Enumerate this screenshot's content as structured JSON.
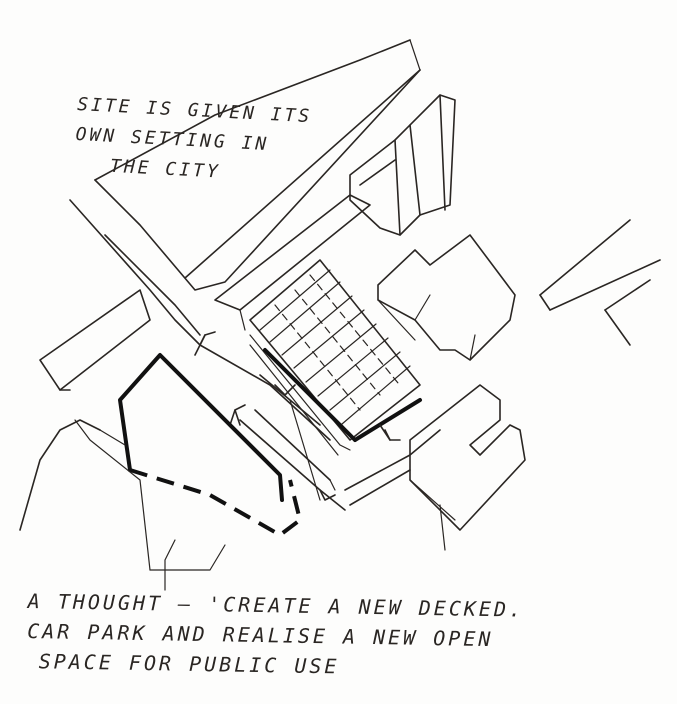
{
  "annotations": {
    "top": {
      "lines": [
        "SITE IS GIVEN ITS",
        "OWN SETTING IN",
        "THE CITY"
      ]
    },
    "bottom": {
      "lines": [
        "A THOUGHT — 'CREATE A NEW DECKED.",
        "CAR PARK AND REALISE A NEW OPEN",
        "SPACE FOR PUBLIC USE"
      ]
    }
  },
  "colors": {
    "ink": "#2a2623",
    "bold_ink": "#111111",
    "paper": "#fdfdfc"
  }
}
